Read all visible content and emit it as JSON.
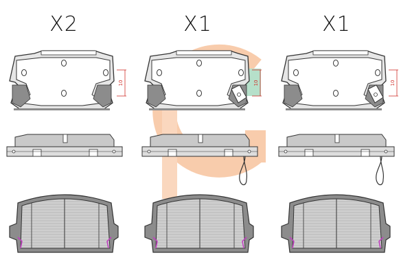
{
  "columns": [
    {
      "quantity": "X2",
      "clip": false,
      "wire": false
    },
    {
      "quantity": "X1",
      "clip": true,
      "wire": true
    },
    {
      "quantity": "X1",
      "clip": true,
      "wire": true
    }
  ],
  "dimension_label": "10",
  "colors": {
    "line": "#333333",
    "pad_fill": "#c9c9c9",
    "pad_dark": "#8c8c8c",
    "plate_fill": "#e6e6e6",
    "dimension": "#d0302a",
    "wear_indicator": "#c040c0",
    "watermark_orange": "#f4a46a",
    "watermark_green": "#7cc8a0"
  }
}
